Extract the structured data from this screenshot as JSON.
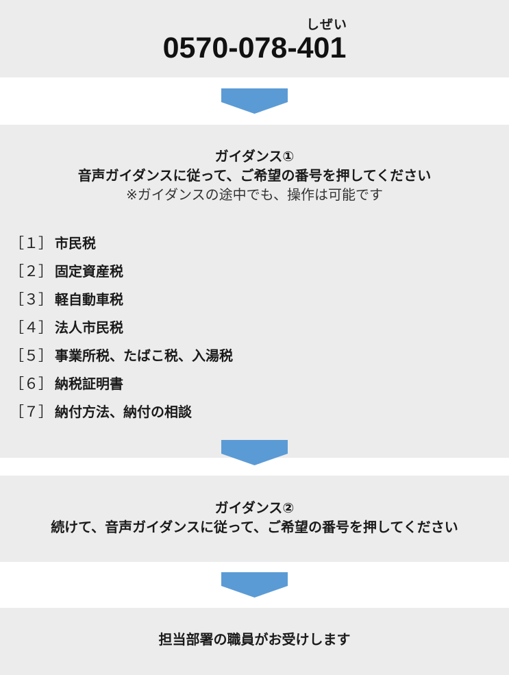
{
  "phone": {
    "ruby": "しぜい",
    "number": "0570-078-401"
  },
  "guidance1": {
    "title": "ガイダンス①",
    "instruction": "音声ガイダンスに従って、ご希望の番号を押してください",
    "note": "※ガイダンスの途中でも、操作は可能です",
    "items": [
      {
        "key": "［１］",
        "label": "市民税"
      },
      {
        "key": "［２］",
        "label": "固定資産税"
      },
      {
        "key": "［３］",
        "label": "軽自動車税"
      },
      {
        "key": "［４］",
        "label": "法人市民税"
      },
      {
        "key": "［５］",
        "label": "事業所税、たばこ税、入湯税"
      },
      {
        "key": "［６］",
        "label": "納税証明書"
      },
      {
        "key": "［７］",
        "label": "納付方法、納付の相談"
      }
    ]
  },
  "guidance2": {
    "title": "ガイダンス②",
    "instruction": "続けて、音声ガイダンスに従って、ご希望の番号を押してください"
  },
  "staff": {
    "text": "担当部署の職員がお受けします"
  },
  "colors": {
    "box_background": "#ececec",
    "arrow": "#5b9bd5",
    "text": "#1a1a1a"
  },
  "icons": {
    "arrow": "chevron-down-arrow-icon"
  }
}
